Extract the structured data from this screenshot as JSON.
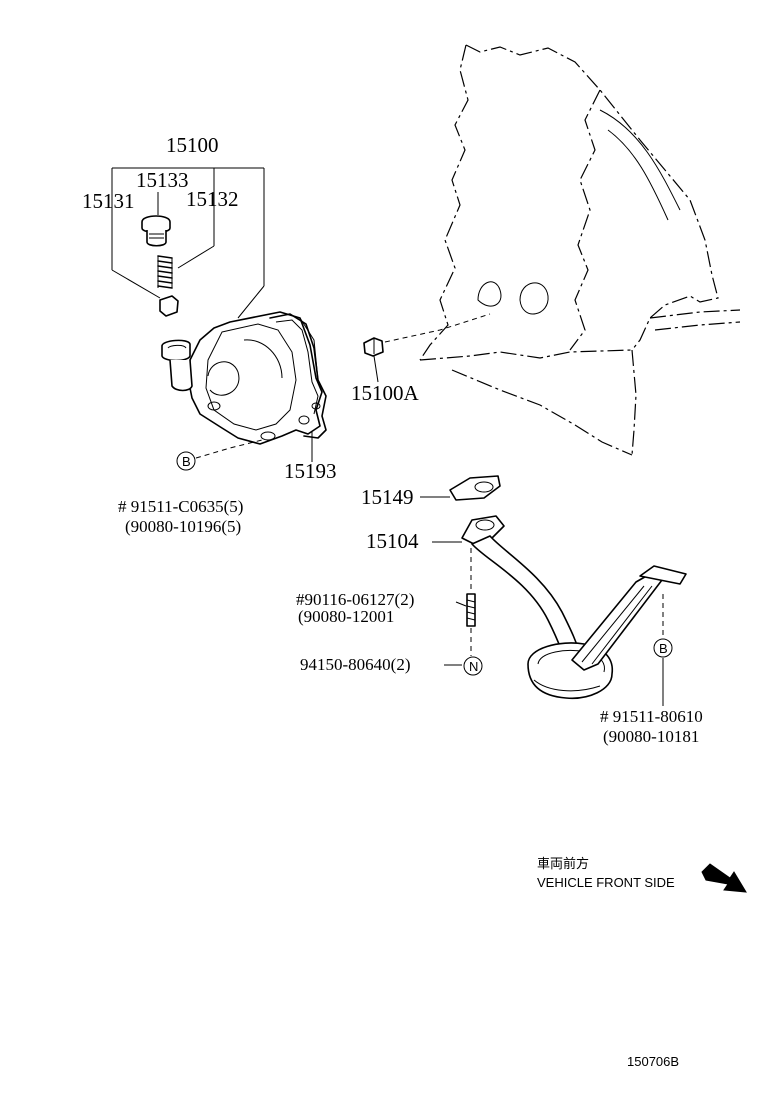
{
  "labels": {
    "p15100": "15100",
    "p15133": "15133",
    "p15131": "15131",
    "p15132": "15132",
    "p15100a": "15100A",
    "p15193": "15193",
    "p15149": "15149",
    "p15104": "15104",
    "b1_line1": "# 91511-C0635(5)",
    "b1_line2": "(90080-10196(5)",
    "stud_line1": "#90116-06127(2)",
    "stud_line2": "(90080-12001",
    "nut_line": "94150-80640(2)",
    "b2_line1": "# 91511-80610",
    "b2_line2": "(90080-10181"
  },
  "markers": {
    "bolt_b1": "B",
    "bolt_b2": "B",
    "nut_n": "N"
  },
  "direction": {
    "japanese": "車両前方",
    "english": "VEHICLE FRONT SIDE"
  },
  "diagram_code": "150706B"
}
